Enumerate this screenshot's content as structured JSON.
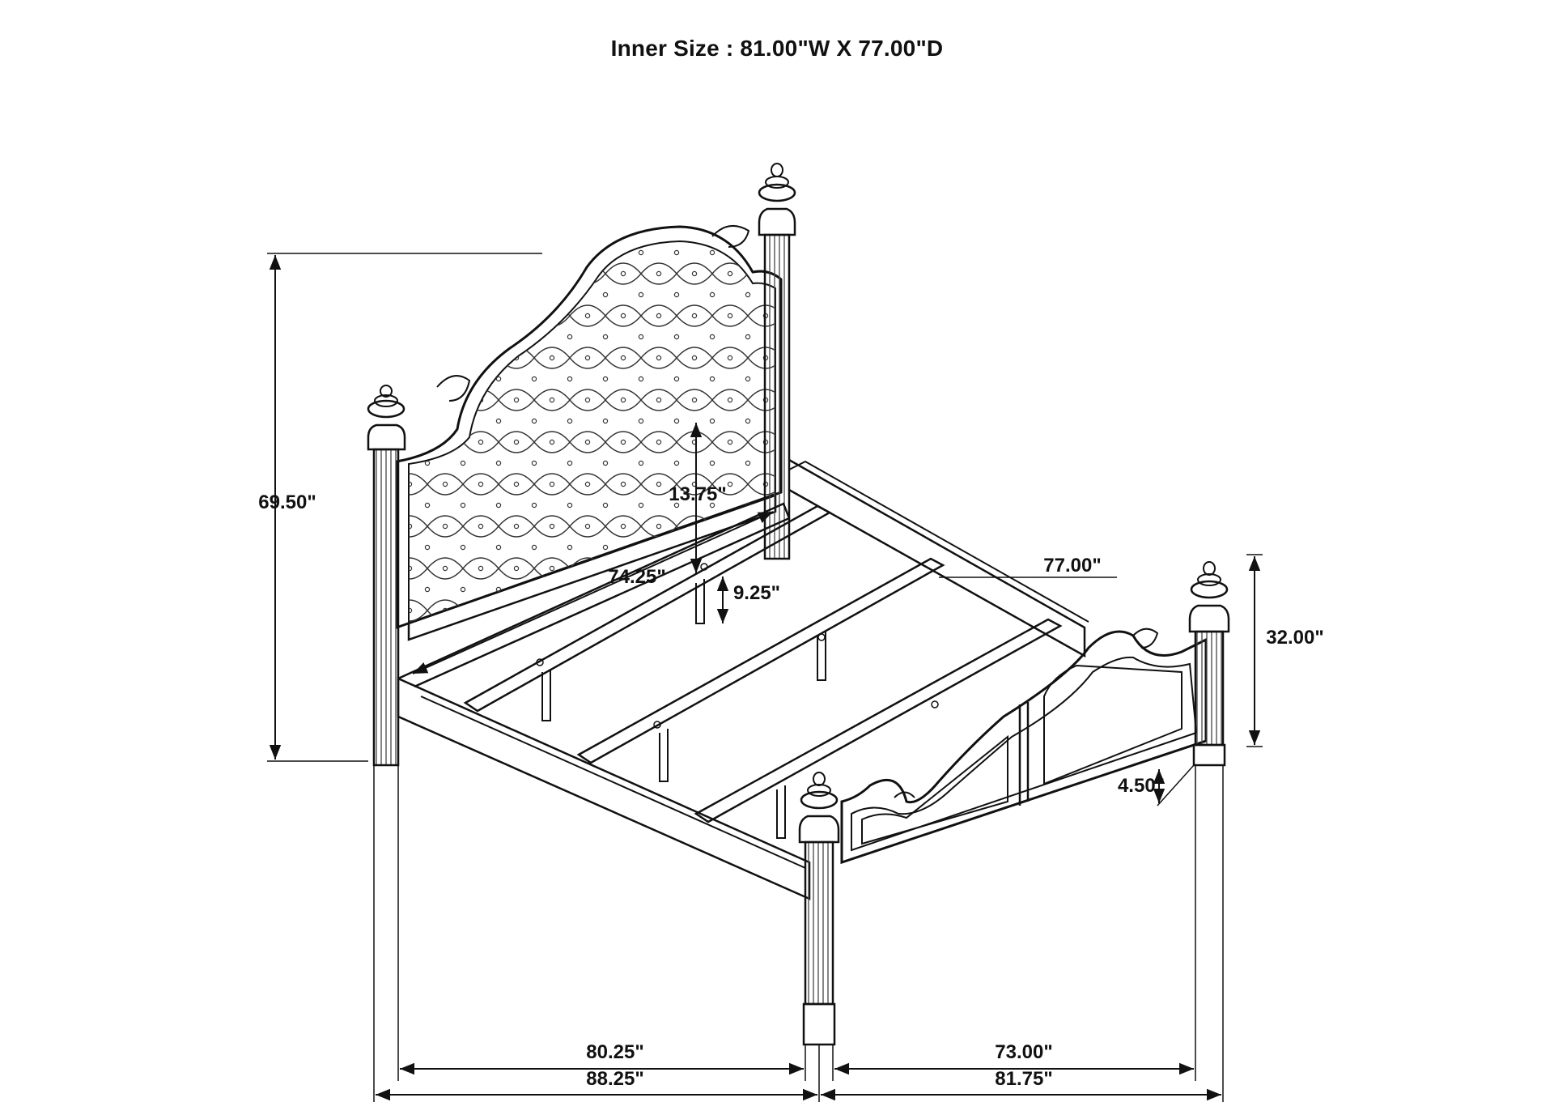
{
  "title": "Inner Size : 81.00\"W X 77.00\"D",
  "dimensions": {
    "overall_height": "69.50\"",
    "headboard_panel_height": "13.75\"",
    "inner_width_rail": "74.25\"",
    "slat_height": "9.25\"",
    "side_rail_length": "77.00\"",
    "footboard_height": "32.00\"",
    "footboard_clearance": "4.50\"",
    "inner_length": "80.25\"",
    "inner_width": "73.00\"",
    "overall_length": "88.25\"",
    "overall_width": "81.75\""
  }
}
